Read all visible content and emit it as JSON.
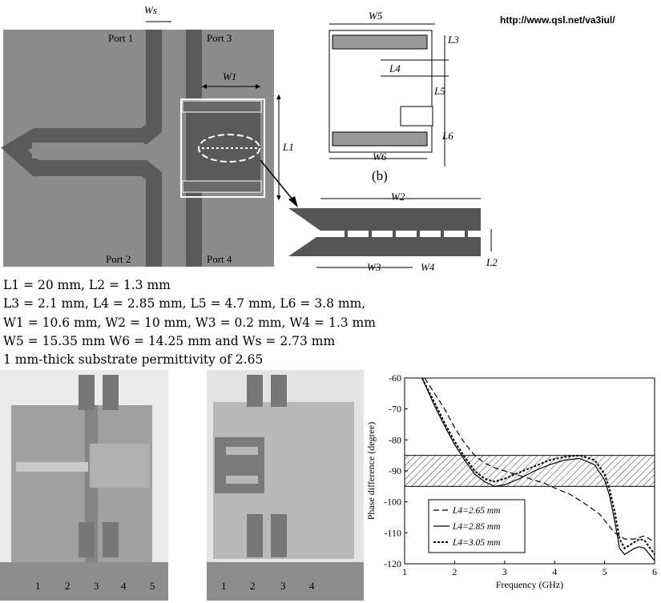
{
  "header": {
    "url": "http://www.qsl.net/va3iul/"
  },
  "layout_a": {
    "port_labels": [
      "Port 1",
      "Port 3",
      "Port 2",
      "Port 4"
    ],
    "dims": {
      "ws": "Ws",
      "w1": "W1",
      "l1": "L1"
    }
  },
  "detail_b": {
    "caption": "(b)",
    "dims": {
      "w5": "W5",
      "w6": "W6",
      "l3": "L3",
      "l4": "L4",
      "l5": "L5",
      "l6": "L6"
    }
  },
  "detail_teeth": {
    "dims": {
      "w2": "W2",
      "w3": "W3",
      "w4": "W4",
      "l2": "L2"
    }
  },
  "parameters": {
    "line1": "L1 = 20 mm, L2 = 1.3 mm",
    "line2": "L3 = 2.1 mm, L4 = 2.85 mm, L5 = 4.7 mm, L6 = 3.8 mm,",
    "line3": "W1 = 10.6 mm, W2 = 10 mm, W3 = 0.2 mm, W4 = 1.3 mm",
    "line4": "W5 = 15.35 mm  W6 = 14.25 mm and Ws = 2.73 mm",
    "line5": "1 mm-thick substrate permittivity of 2.65"
  },
  "photos": {
    "ruler_left_numbers": [
      "1",
      "2",
      "3",
      "4",
      "5"
    ],
    "ruler_right_numbers": [
      "1",
      "2",
      "3",
      "4"
    ]
  },
  "colors": {
    "board": "#8c8c8c",
    "trace": "#5a5a5a",
    "dark": "#444444"
  },
  "chart_data": {
    "type": "line",
    "title": "",
    "xlabel": "Frequency (GHz)",
    "ylabel": "Phase difference (degree)",
    "xlim": [
      1,
      6
    ],
    "ylim": [
      -120,
      -60
    ],
    "xticks": [
      "1",
      "2",
      "3",
      "4",
      "5",
      "6"
    ],
    "yticks": [
      "-60",
      "-70",
      "-80",
      "-90",
      "-100",
      "-110",
      "-120"
    ],
    "band": {
      "from": -95,
      "to": -85,
      "hatched": true
    },
    "legend_position": "bottom-left",
    "series": [
      {
        "name": "L4=2.65 mm",
        "style": "dashed",
        "x": [
          1.4,
          1.6,
          1.8,
          2.0,
          2.2,
          2.4,
          2.6,
          2.8,
          3.0,
          3.2,
          3.5,
          3.8,
          4.0,
          4.3,
          4.6,
          4.9,
          5.1,
          5.2,
          5.3,
          5.4,
          5.6,
          5.8,
          6.0
        ],
        "y": [
          -60,
          -65,
          -70,
          -76,
          -81,
          -85,
          -87.5,
          -89,
          -90,
          -91,
          -92.5,
          -94,
          -95.5,
          -97.5,
          -100.5,
          -104,
          -108,
          -110,
          -111,
          -112,
          -112,
          -111,
          -113
        ]
      },
      {
        "name": "L4=2.85 mm",
        "style": "solid",
        "x": [
          1.35,
          1.6,
          1.8,
          2.0,
          2.2,
          2.4,
          2.6,
          2.8,
          3.0,
          3.3,
          3.6,
          3.9,
          4.2,
          4.5,
          4.8,
          5.0,
          5.1,
          5.2,
          5.3,
          5.4,
          5.5,
          5.6,
          5.7,
          5.8,
          6.0
        ],
        "y": [
          -60,
          -69,
          -75.5,
          -81.5,
          -86.5,
          -91,
          -93.5,
          -95,
          -94.5,
          -92.5,
          -90,
          -88,
          -86.5,
          -86,
          -88,
          -93,
          -98,
          -106,
          -115,
          -117,
          -116,
          -115,
          -114.5,
          -115,
          -119
        ]
      },
      {
        "name": "L4=3.05 mm",
        "style": "dotted",
        "x": [
          1.35,
          1.6,
          1.8,
          2.0,
          2.2,
          2.4,
          2.6,
          2.8,
          3.0,
          3.3,
          3.6,
          3.9,
          4.2,
          4.5,
          4.8,
          5.0,
          5.1,
          5.2,
          5.3,
          5.4,
          5.5,
          5.6,
          5.7,
          5.8,
          6.0
        ],
        "y": [
          -60,
          -68,
          -74.5,
          -80.5,
          -85.5,
          -90,
          -92.5,
          -93.5,
          -92.5,
          -90.5,
          -88.5,
          -86.5,
          -85.5,
          -85,
          -86.5,
          -91,
          -96,
          -103,
          -112,
          -115,
          -114,
          -113,
          -112,
          -112.5,
          -117
        ]
      }
    ]
  }
}
